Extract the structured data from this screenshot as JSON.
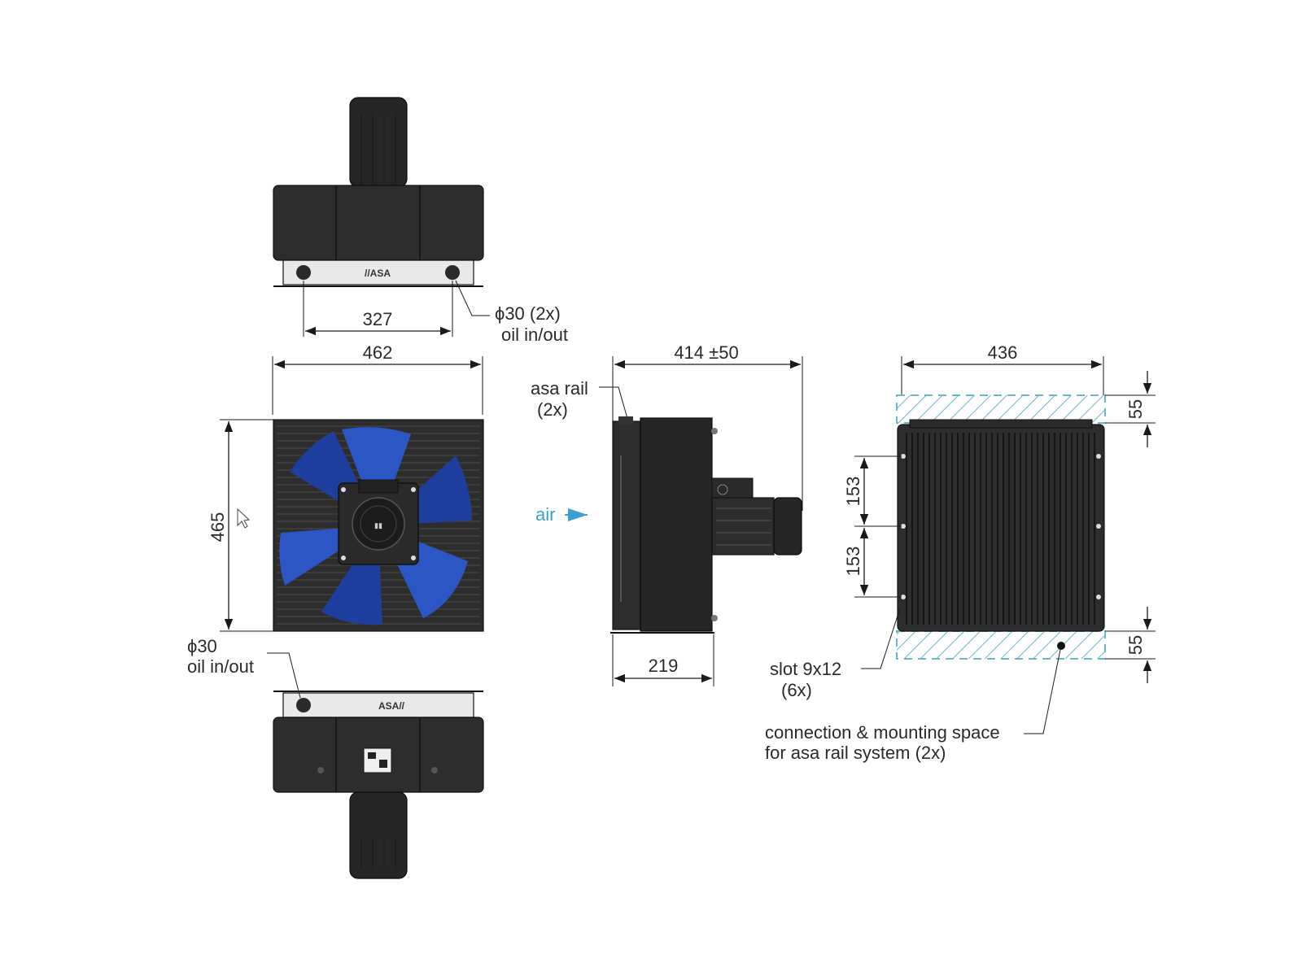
{
  "dimensions": {
    "top_inlet_spacing": "327",
    "front_width": "462",
    "front_height": "465",
    "side_depth": "414 ±50",
    "side_base": "219",
    "rear_width": "436",
    "rail_space_top": "55",
    "rail_space_bottom": "55",
    "slot_spacing_upper": "153",
    "slot_spacing_lower": "153"
  },
  "callouts": {
    "top_port_line1": "ϕ30 (2x)",
    "top_port_line2": "oil in/out",
    "bottom_port_line1": "ϕ30",
    "bottom_port_line2": "oil in/out",
    "rail_line1": "asa rail",
    "rail_line2": "(2x)",
    "air": "air",
    "slot_line1": "slot 9x12",
    "slot_line2": "(6x)",
    "mount_line1": "connection & mounting space",
    "mount_line2": "for asa rail system (2x)"
  },
  "colors": {
    "body": "#2d2d2d",
    "fan_blade": "#2b56c4",
    "air_label": "#3aa0d0",
    "hatch": "#6ab7c8"
  }
}
